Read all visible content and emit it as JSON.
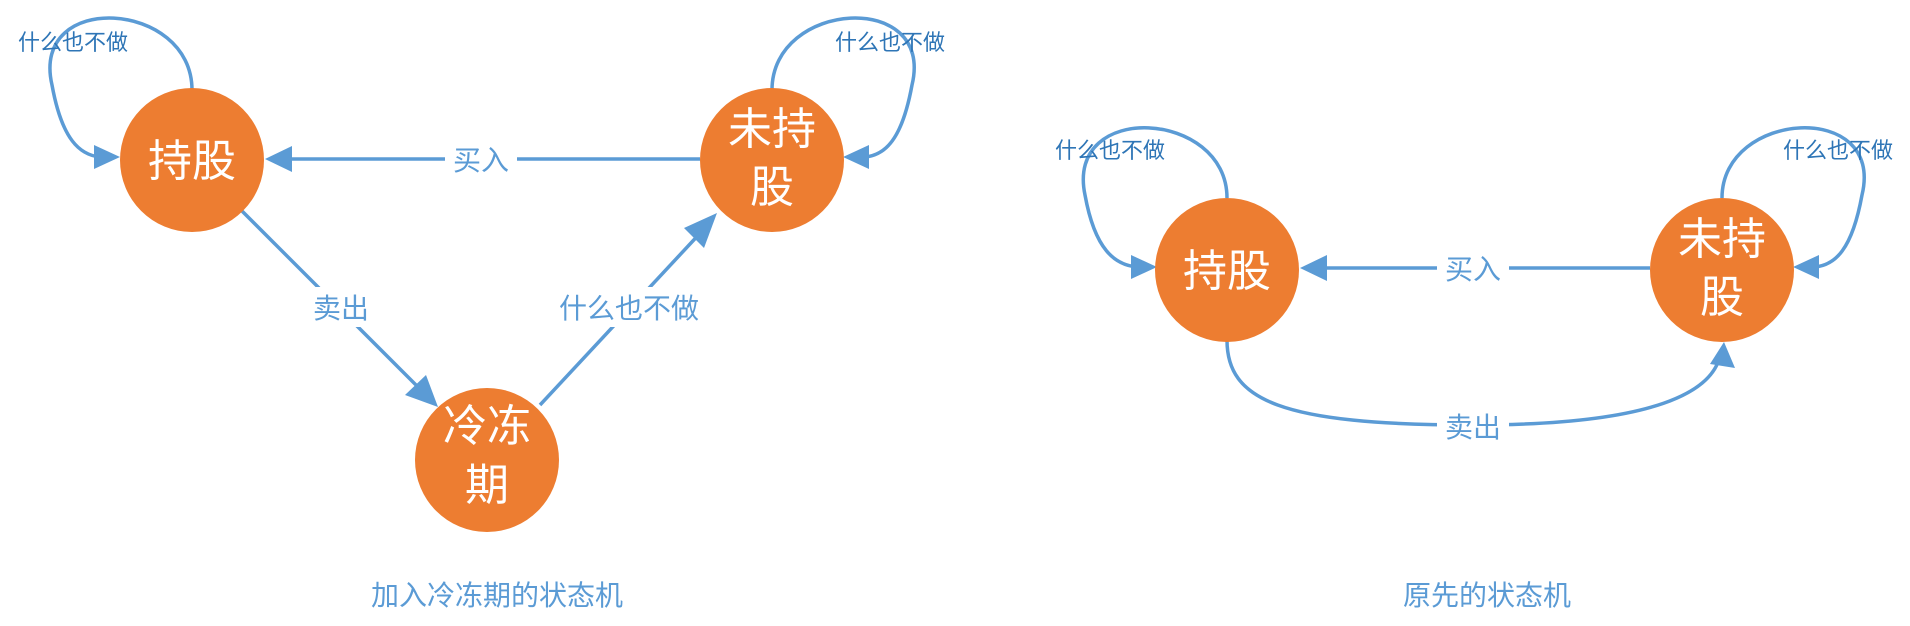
{
  "diagrams": {
    "freeze": {
      "caption": "加入冷冻期的状态机",
      "nodes": {
        "holding": {
          "line1": "持股"
        },
        "not_holding": {
          "line1": "未持",
          "line2": "股"
        },
        "cooldown": {
          "line1": "冷冻",
          "line2": "期"
        }
      },
      "edges": {
        "buy": "买入",
        "sell": "卖出",
        "nothing": "什么也不做",
        "loop_holding": "什么也不做",
        "loop_not_holding": "什么也不做"
      }
    },
    "original": {
      "caption": "原先的状态机",
      "nodes": {
        "holding": {
          "line1": "持股"
        },
        "not_holding": {
          "line1": "未持",
          "line2": "股"
        }
      },
      "edges": {
        "buy": "买入",
        "sell": "卖出",
        "loop_holding": "什么也不做",
        "loop_not_holding": "什么也不做"
      }
    }
  },
  "colors": {
    "node_fill": "#ed7d31",
    "edge": "#5b9bd5",
    "label": "#5b9bd5"
  }
}
